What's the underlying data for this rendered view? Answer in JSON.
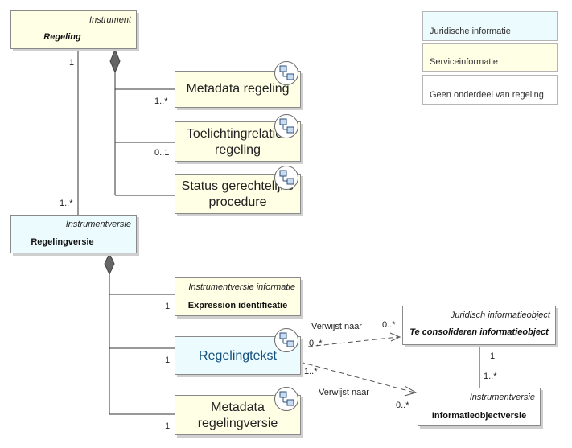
{
  "legend": {
    "juridisch": "Juridische informatie",
    "service": "Serviceinformatie",
    "geen": "Geen onderdeel van regeling",
    "colors": {
      "juridisch": "#ecfbfd",
      "service": "#ffffe6",
      "geen": "#ffffff"
    }
  },
  "classes": {
    "regeling": {
      "stereotype": "Instrument",
      "name": "Regeling"
    },
    "regelingversie": {
      "stereotype": "Instrumentversie",
      "name": "Regelingversie"
    },
    "expression": {
      "stereotype": "Instrumentversie informatie",
      "name": "Expression identificatie"
    },
    "juridisch_io": {
      "stereotype": "Juridisch informatieobject",
      "name": "Te consolideren informatieobject"
    },
    "informatieobjectversie": {
      "stereotype": "Instrumentversie",
      "name": "Informatieobjectversie"
    }
  },
  "components": {
    "metadata_regeling": [
      "Metadata regeling"
    ],
    "toelichtingrelaties": [
      "Toelichtingrelaties",
      "regeling"
    ],
    "status": [
      "Status gerechtelijke",
      "procedure"
    ],
    "regelingtekst": [
      "Regelingtekst"
    ],
    "metadata_regelingversie": [
      "Metadata",
      "regelingversie"
    ]
  },
  "icon": "component-icon",
  "multiplicities": {
    "regeling_1": "1",
    "regelingversie_1n": "1..*",
    "metadata_regeling": "1..*",
    "toelichting": "0..1",
    "expression": "1",
    "regelingtekst": "1",
    "metadata_regelingversie": "1",
    "rt_to_jio": "0..*",
    "jio_end": "0..*",
    "rt_to_iov": "1..*",
    "iov_end": "0..*",
    "jio_bottom": "1",
    "iov_top": "1..*"
  },
  "relations": {
    "verwijst1": "Verwijst naar",
    "verwijst2": "Verwijst naar"
  }
}
